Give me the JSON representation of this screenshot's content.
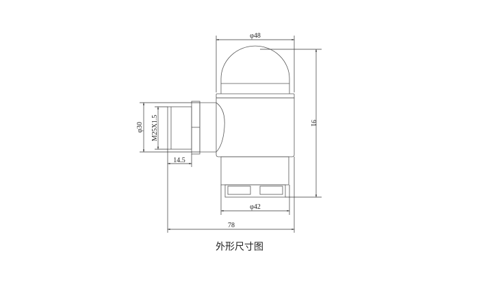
{
  "dimensions": {
    "top_diameter": "φ48",
    "height": "91",
    "bottom_diameter": "φ42",
    "total_width": "78",
    "fitting_diameter": "φ30",
    "thread": "M25X1.5",
    "thread_length": "14.5"
  },
  "caption": "外形尺寸图"
}
